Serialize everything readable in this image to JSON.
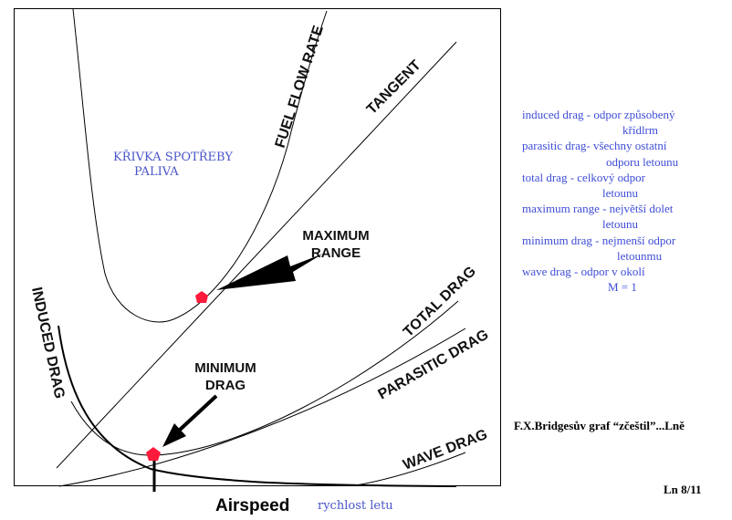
{
  "diagram": {
    "curve_labels": {
      "fuel_flow_rate": "FUEL FLOW RATE",
      "tangent": "TANGENT",
      "total_drag": "TOTAL DRAG",
      "parasitic_drag": "PARASITIC DRAG",
      "wave_drag": "WAVE DRAG",
      "induced_drag": "INDUCED DRAG"
    },
    "annotations": {
      "maximum_range": [
        "MAXIMUM",
        "RANGE"
      ],
      "minimum_drag": [
        "MINIMUM",
        "DRAG"
      ]
    },
    "fuel_curve_czech": [
      "KŘIVKA  SPOTŘEBY",
      "PALIVA"
    ],
    "x_axis": {
      "label": "Airspeed",
      "label_czech": "rychlost  letu"
    },
    "colors": {
      "lines": "#000000",
      "points": "#ff1a3c",
      "czech_text": "#3f4dd6"
    }
  },
  "legend": [
    {
      "text": "induced drag - odpor způsobený",
      "cont": "křídlrm"
    },
    {
      "text": "parasitic drag- všechny ostatní",
      "cont": "odporu letounu"
    },
    {
      "text": "total drag      - celkový odpor",
      "cont": "letounu"
    },
    {
      "text": "maximum range - největší dolet",
      "cont": "letounu"
    },
    {
      "text": "minimum drag - nejmenší odpor",
      "cont": "letounmu"
    },
    {
      "text": "wave drag       - odpor v okolí",
      "cont": "M = 1"
    }
  ],
  "credit": "F.X.Bridgesův graf “zčeštil”...Lně",
  "slide_number": "Ln 8/11"
}
